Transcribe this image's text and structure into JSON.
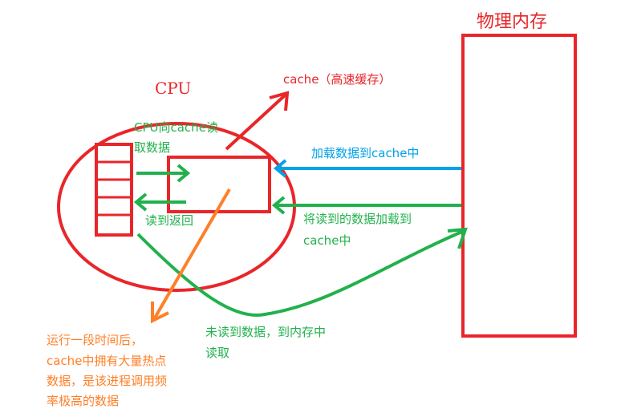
{
  "title_memory": "物理内存",
  "title_cpu": "CPU",
  "cache_label": "cache（高速缓存）",
  "cpu_read_label": [
    "CPU向cache读",
    "取数据"
  ],
  "load_label": "加载数据到cache中",
  "write_label": [
    "将读到的数据加载到",
    "cache中"
  ],
  "return_label": "读到返回",
  "miss_label": [
    "未读到数据，到内存中",
    "读取"
  ],
  "hot_label": [
    "运行一段时间后，",
    "cache中拥有大量热点",
    "数据，是该进程调用频",
    "率极高的数据"
  ],
  "colors": {
    "red": "#e8262a",
    "green": "#22b14c",
    "blue": "#00a2e8",
    "orange": "#ff7f27"
  }
}
